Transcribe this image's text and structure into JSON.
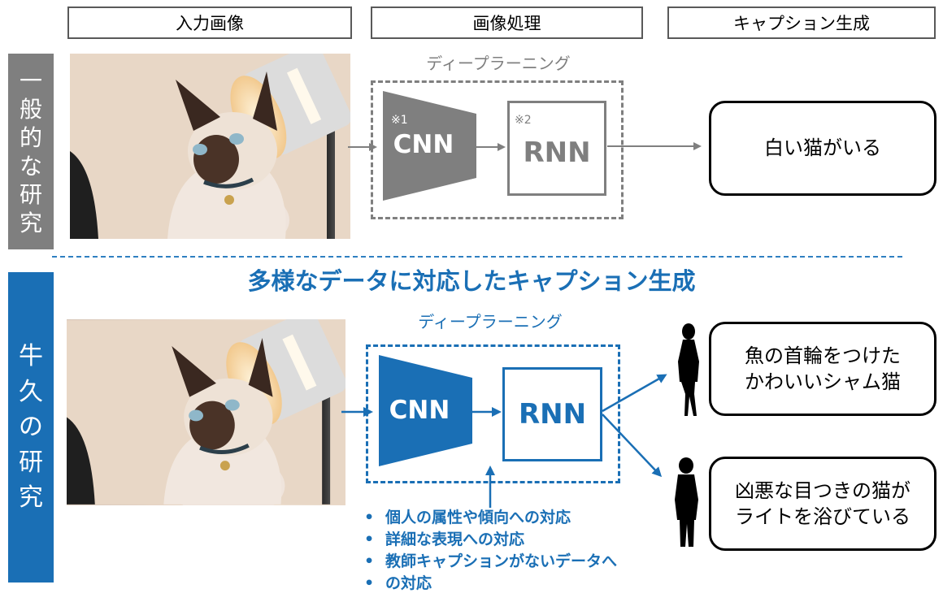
{
  "headers": {
    "input": "入力画像",
    "processing": "画像処理",
    "caption": "キャプション生成"
  },
  "rows": {
    "general": {
      "side_chars": [
        "一",
        "般",
        "的",
        "な",
        "研",
        "究"
      ],
      "deep_learning_label": "ディープラーニング",
      "cnn_label": "CNN",
      "rnn_label": "RNN",
      "note1": "※1",
      "note2": "※2",
      "output": "白い猫がいる"
    },
    "ours": {
      "side_chars": [
        "牛",
        "久",
        "の",
        "研",
        "究"
      ],
      "title": "多様なデータに対応したキャプション生成",
      "deep_learning_label": "ディープラーニング",
      "cnn_label": "CNN",
      "rnn_label": "RNN",
      "output1_line1": "魚の首輪をつけた",
      "output1_line2": "かわいいシャム猫",
      "output2_line1": "凶悪な目つきの猫が",
      "output2_line2": "ライトを浴びている",
      "bullets": [
        "個人の属性や傾向への対応",
        "詳細な表現への対応",
        "教師キャプションがないデータへ",
        "の対応"
      ]
    }
  },
  "colors": {
    "gray_band": "#7f7f7f",
    "blue": "#1a6fb5",
    "dark_gray": "#7f7f7f"
  }
}
